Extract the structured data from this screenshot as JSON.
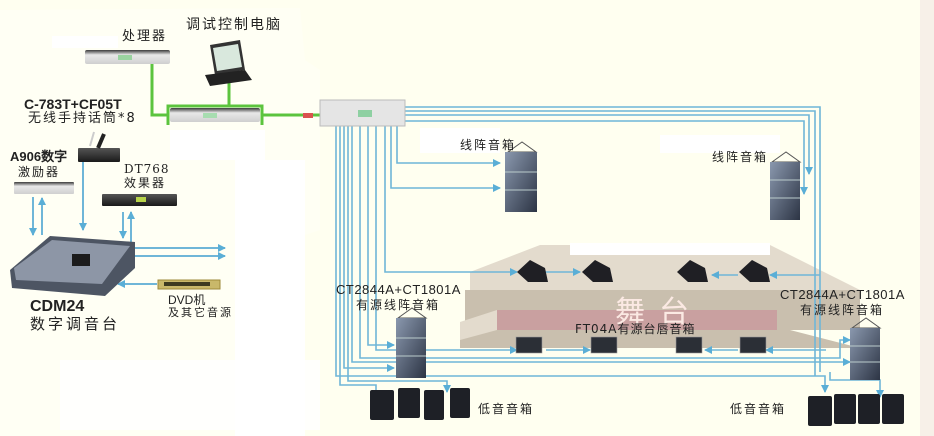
{
  "diagram": {
    "title": "Audio system connection diagram",
    "colors": {
      "background": "#fffff0",
      "signal_line": "#6fb6d8",
      "network_line": "#5cc43e",
      "stage_top": "#e3dbcd",
      "stage_front": "#c9bfae",
      "stage_band": "#c9a0a0",
      "stage_label": "#fbe9e3"
    },
    "devices": {
      "processor": {
        "label": "处理器"
      },
      "control_pc": {
        "label": "调试控制电脑"
      },
      "wireless_mic": {
        "model": "C-783T+CF05T",
        "label": "无线手持话筒*8"
      },
      "exciter": {
        "model": "A906数字",
        "label": "激励器"
      },
      "effects": {
        "model": "DT768",
        "label": "效果器"
      },
      "mixer": {
        "model": "CDM24",
        "label": "数字调音台"
      },
      "dvd": {
        "model": "DVD机",
        "label": "及其它音源"
      },
      "line_array_top_left": {
        "label": "线阵音箱"
      },
      "line_array_top_right": {
        "label": "线阵音箱"
      },
      "active_line_array_left": {
        "model": "CT2844A+CT1801A",
        "label": "有源线阵音箱"
      },
      "active_line_array_right": {
        "model": "CT2844A+CT1801A",
        "label": "有源线阵音箱"
      },
      "stage": {
        "label": "舞台"
      },
      "stage_lip": {
        "label": "FT04A有源台唇音箱"
      },
      "subwoofer_left": {
        "label": "低音音箱"
      },
      "subwoofer_right": {
        "label": "低音音箱"
      }
    }
  }
}
